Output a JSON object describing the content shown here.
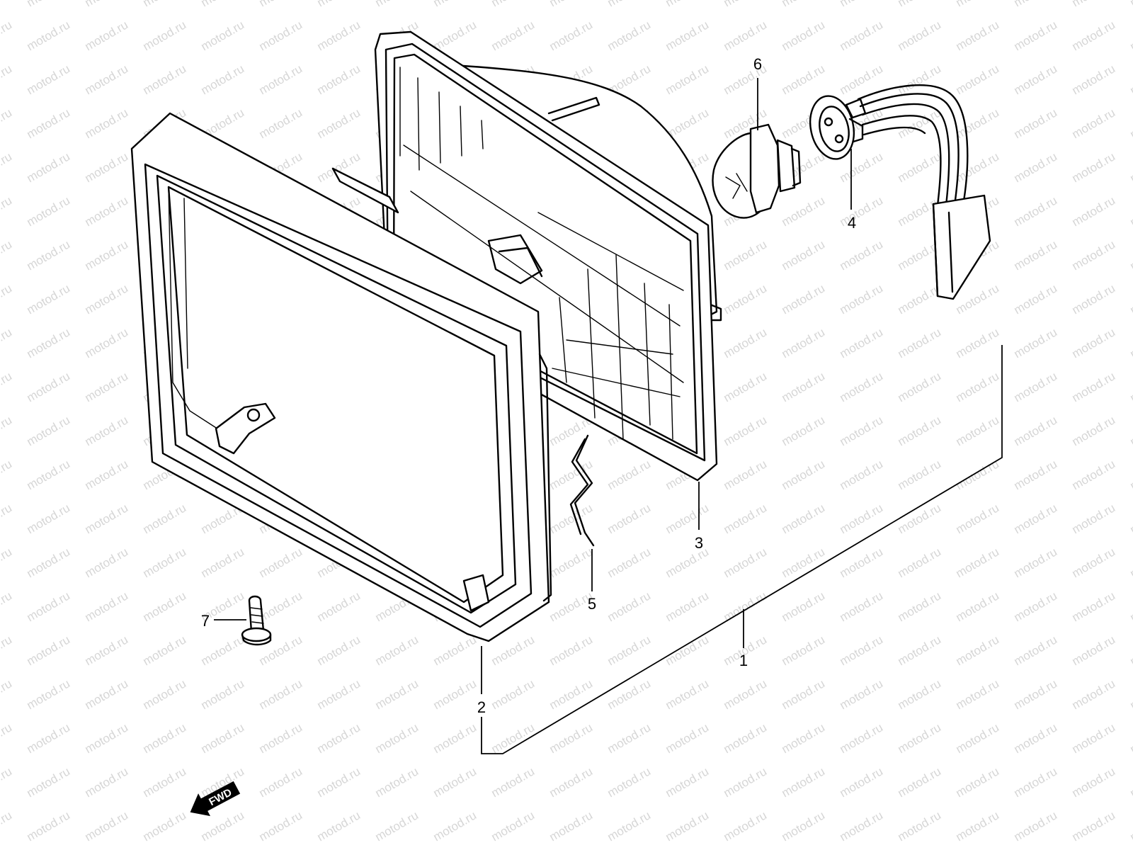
{
  "watermark": "motod.ru",
  "direction_arrow": {
    "label": "FWD",
    "icon": "fwd-arrow-icon"
  },
  "callouts": [
    {
      "id": "1",
      "label": "1",
      "part": "headlight-assembly"
    },
    {
      "id": "2",
      "label": "2",
      "part": "headlight-rim"
    },
    {
      "id": "3",
      "label": "3",
      "part": "lens-reflector-unit"
    },
    {
      "id": "4",
      "label": "4",
      "part": "bulb-socket-harness"
    },
    {
      "id": "5",
      "label": "5",
      "part": "retaining-spring"
    },
    {
      "id": "6",
      "label": "6",
      "part": "headlight-bulb"
    },
    {
      "id": "7",
      "label": "7",
      "part": "rim-screw"
    }
  ]
}
